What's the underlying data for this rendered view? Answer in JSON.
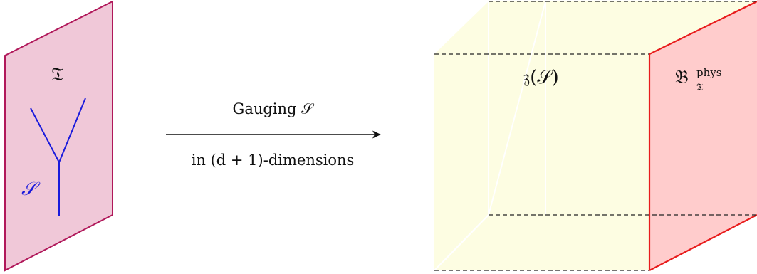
{
  "left_sheet": {
    "theory_label": "𝔗",
    "symmetry_label": "𝒮",
    "fill_color": "#f0c8d8",
    "stroke_color": "#b0185a",
    "junction_color": "#1a1adc"
  },
  "arrow": {
    "label_top": "Gauging 𝒮",
    "label_bottom": "in (d + 1)-dimensions"
  },
  "slab": {
    "bulk_label": "𝔷(𝒮)",
    "boundary_label_main": "𝔅",
    "boundary_label_sup": "phys",
    "boundary_label_sub": "𝔗",
    "bulk_fill_color": "#fdfde2",
    "boundary_fill_color": "#ffcccc",
    "boundary_stroke_color": "#e81c1c"
  }
}
